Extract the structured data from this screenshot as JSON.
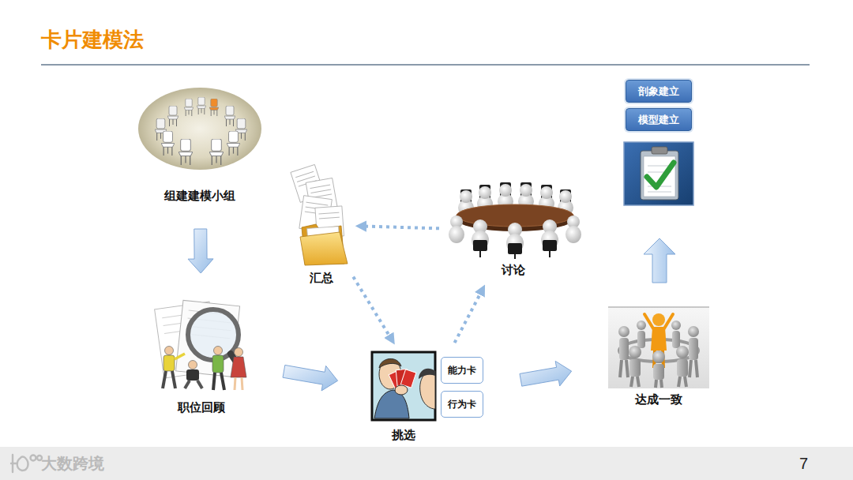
{
  "diagram": {
    "title": "卡片建模法",
    "nodes": [
      {
        "text": [
          "组建建模小组"
        ]
      },
      {
        "text": [
          "职位回顾"
        ]
      },
      {
        "text": [
          "挑选"
        ]
      },
      {
        "text": [
          "能力卡"
        ],
        "in": 2
      },
      {
        "text": [
          "行为卡"
        ],
        "in": 2
      },
      {
        "text": [
          "讨论"
        ]
      },
      {
        "text": [
          "汇总"
        ]
      },
      {
        "text": [
          "达成一致"
        ]
      },
      {
        "text": [
          "剖象建立"
        ]
      },
      {
        "text": [
          "模型建立"
        ]
      }
    ],
    "edges": [
      {
        "from": 0,
        "to": 1,
        "arrow": "to"
      },
      {
        "from": 1,
        "to": 2,
        "arrow": "to"
      },
      {
        "from": 2,
        "to": 5,
        "arrow": "to"
      },
      {
        "from": 5,
        "to": 6,
        "arrow": "to"
      },
      {
        "from": 6,
        "to": 2,
        "arrow": "to"
      },
      {
        "from": 2,
        "to": 7,
        "arrow": "to"
      }
    ],
    "labels": [
      "大数跨境",
      "7"
    ]
  }
}
